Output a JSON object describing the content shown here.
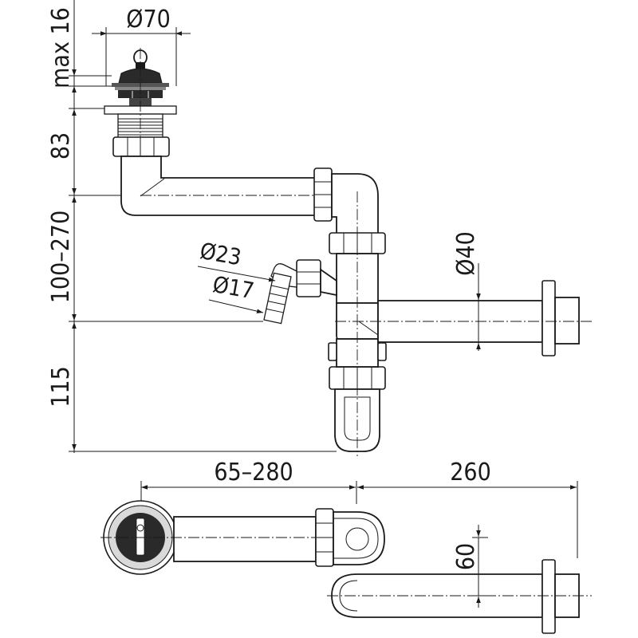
{
  "dimensions": {
    "flange_diameter": "Ø70",
    "plug_height": "max 16",
    "outlet_height": "83",
    "height_adjust": "100–270",
    "trap_depth": "115",
    "hose_outer": "Ø23",
    "hose_inner": "Ø17",
    "pipe_diameter": "Ø40",
    "horizontal_adjust": "65–280",
    "outlet_length": "260",
    "offset": "60"
  }
}
